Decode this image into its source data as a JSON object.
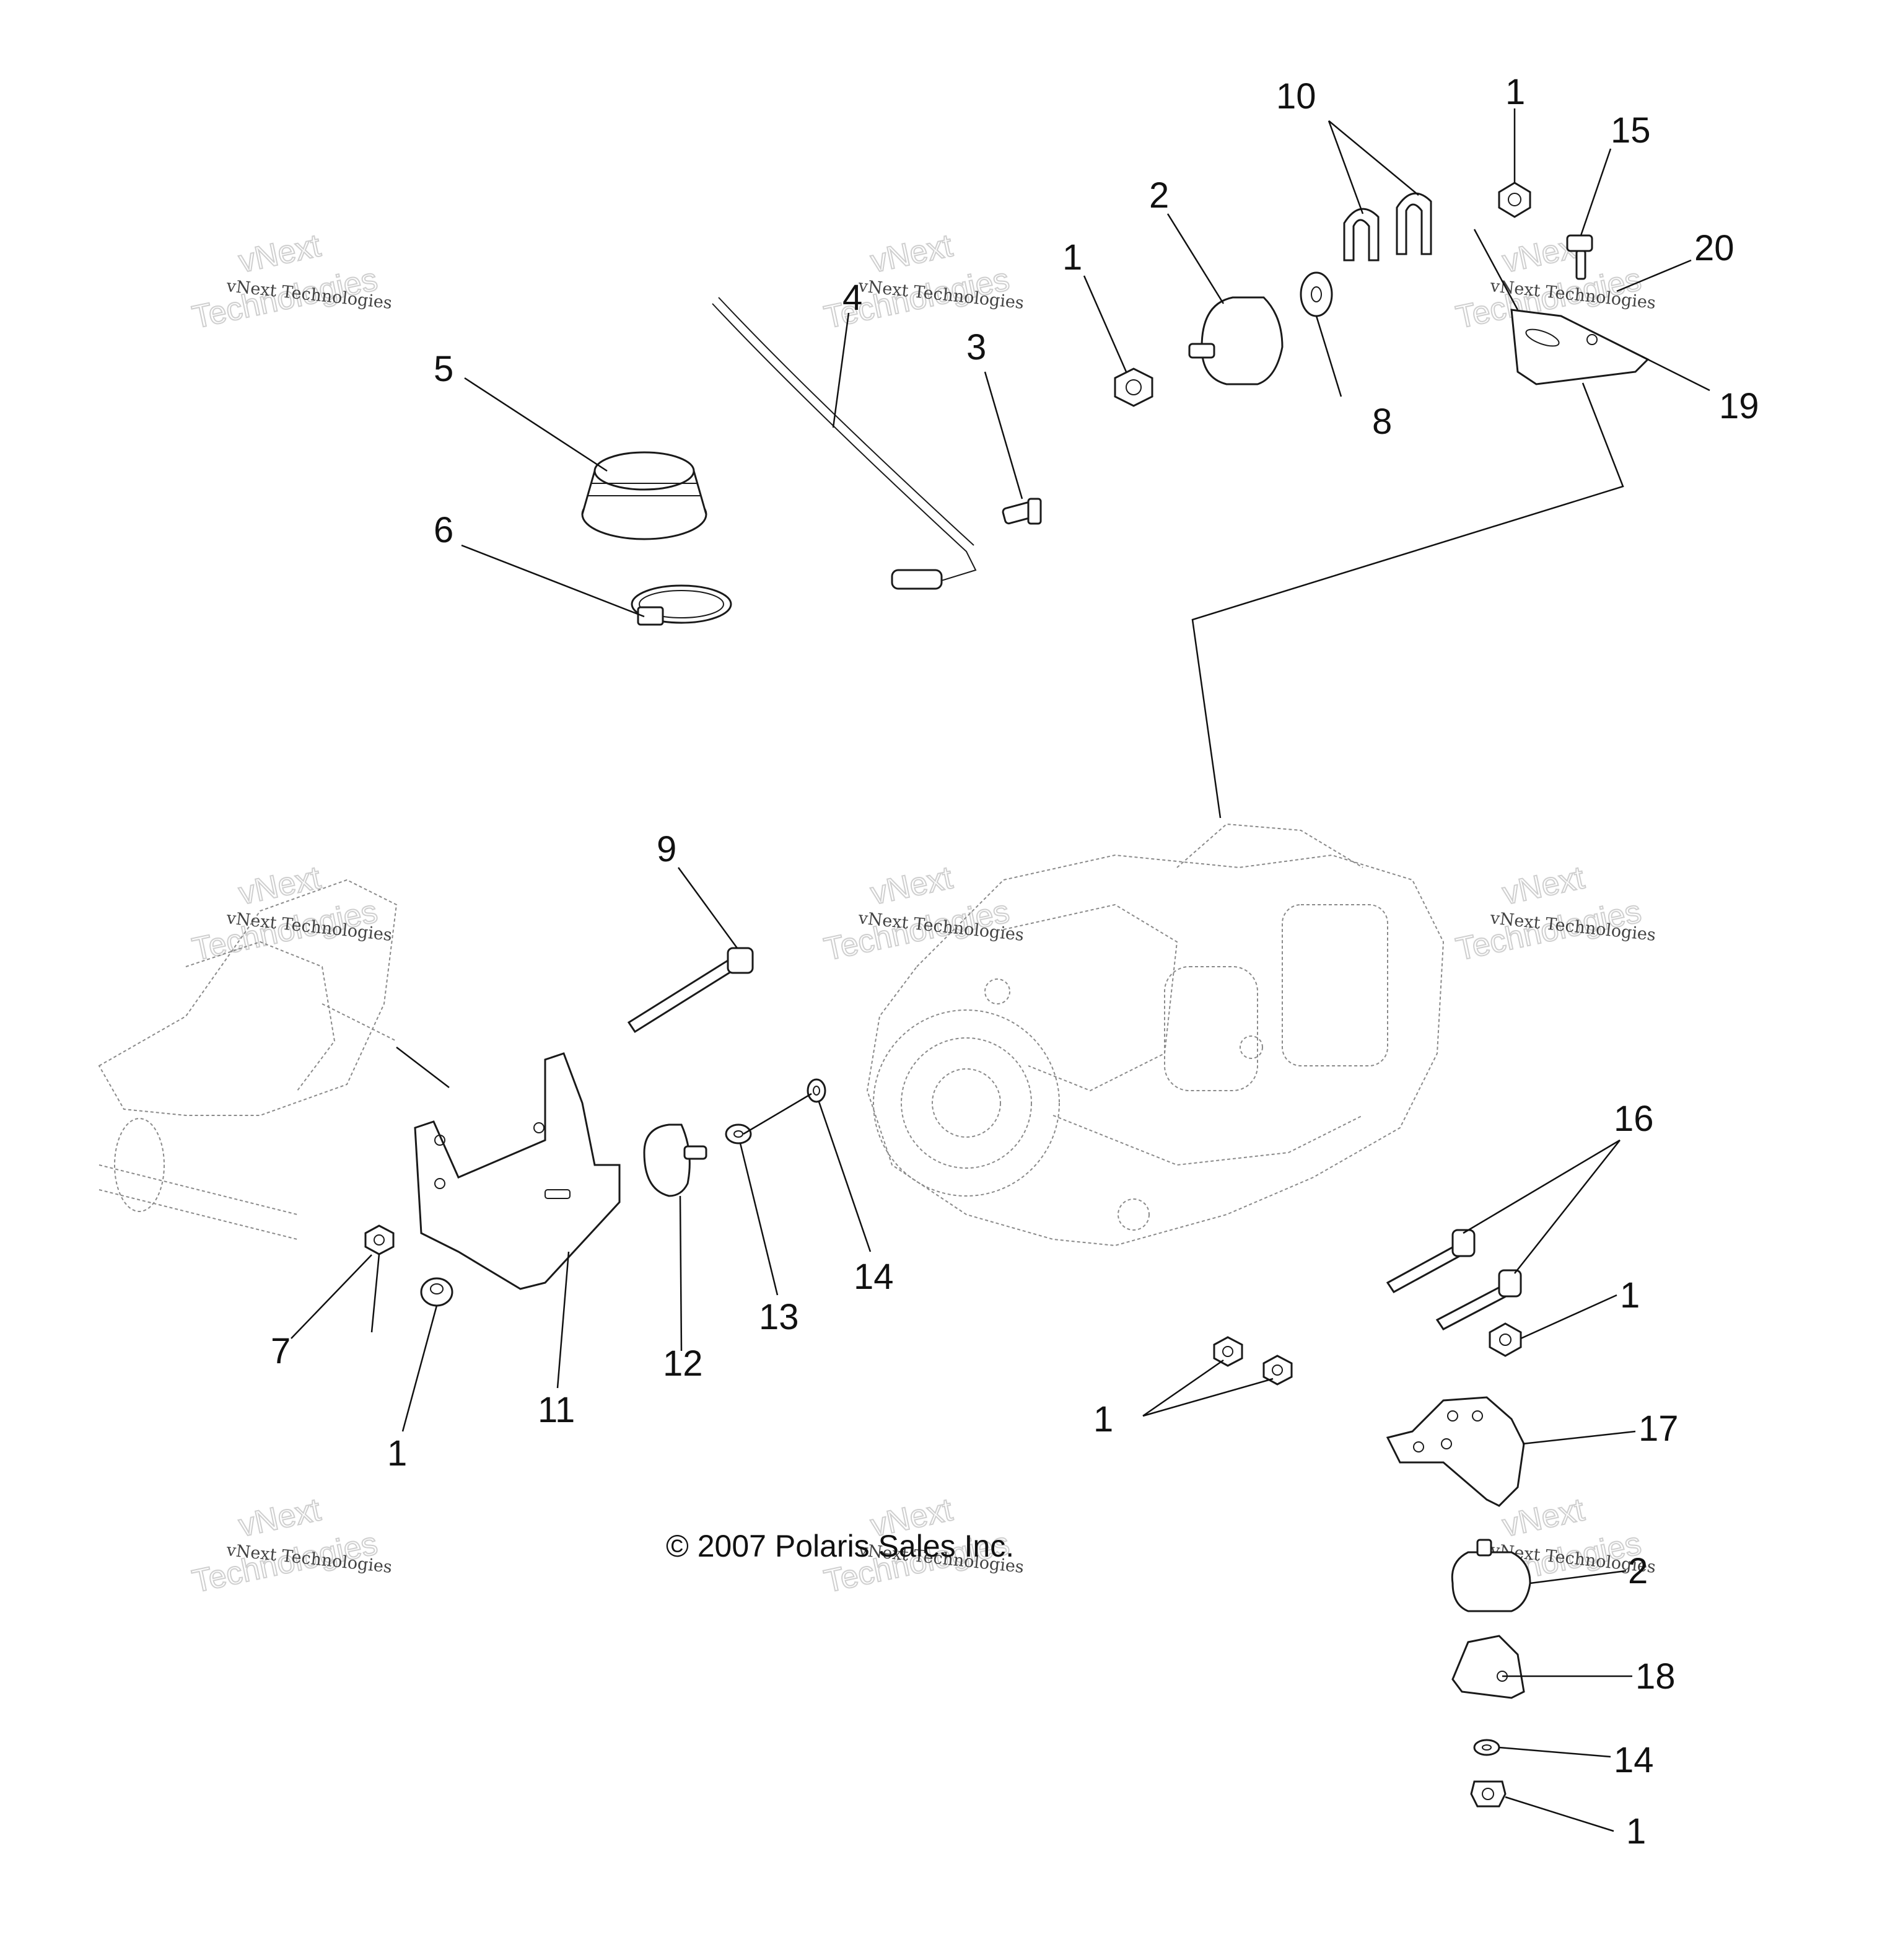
{
  "callouts": {
    "n1_top": "1",
    "n1_mid": "1",
    "n2_top": "2",
    "n3": "3",
    "n4": "4",
    "n5": "5",
    "n6": "6",
    "n8": "8",
    "n10": "10",
    "n15": "15",
    "n20": "20",
    "n19": "19",
    "n9": "9",
    "n7": "7",
    "n1_left": "1",
    "n11": "11",
    "n12": "12",
    "n13": "13",
    "n14_mid": "14",
    "n16": "16",
    "n1_right": "1",
    "n1_bottom_mid": "1",
    "n17": "17",
    "n2_bottom": "2",
    "n18": "18",
    "n14_bottom": "14",
    "n1_bottom": "1"
  },
  "copyright": "© 2007 Polaris Sales Inc.",
  "watermark": {
    "small": "vNext Technologies",
    "line1": "vNext",
    "line2": "Technologies"
  }
}
